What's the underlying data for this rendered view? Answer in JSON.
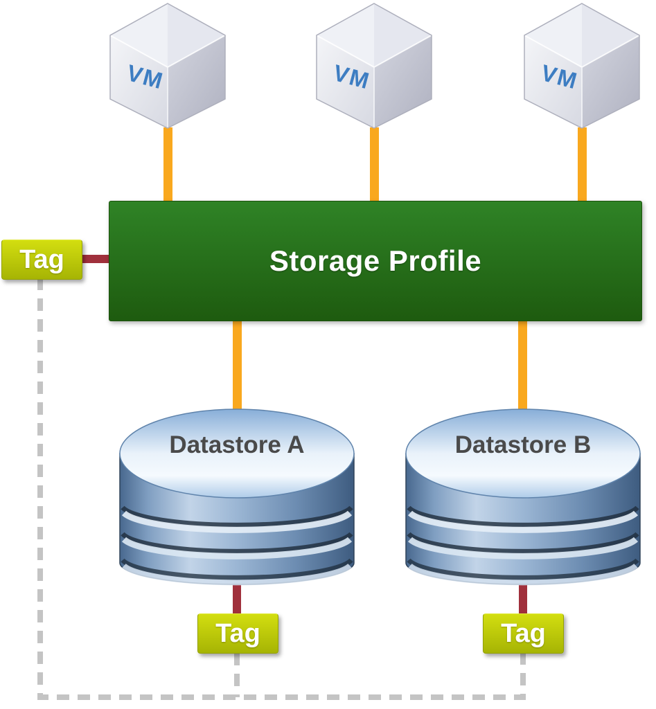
{
  "colors": {
    "background": "#FFFFFF",
    "vm_connector_orange": "#F9A81E",
    "tag_connector_red": "#A0303C",
    "storage_profile_green_top": "#2F8326",
    "storage_profile_green_bottom": "#1E5B0F",
    "tag_gradient_top": "#D3DE10",
    "tag_gradient_bottom": "#A6B404",
    "dashed_association_gray": "#C4C4C4",
    "vm_label_blue": "#3D7DC2",
    "datastore_label_gray": "#4A4A4A",
    "storage_profile_text": "#FFFFFF",
    "tag_text": "#FFFFFF"
  },
  "nodes": {
    "vms": [
      {
        "label": "VM"
      },
      {
        "label": "VM"
      },
      {
        "label": "VM"
      }
    ],
    "storage_profile": {
      "label": "Storage Profile"
    },
    "datastores": [
      {
        "label": "Datastore A"
      },
      {
        "label": "Datastore B"
      }
    ],
    "tags": [
      {
        "label": "Tag"
      },
      {
        "label": "Tag"
      },
      {
        "label": "Tag"
      }
    ]
  }
}
